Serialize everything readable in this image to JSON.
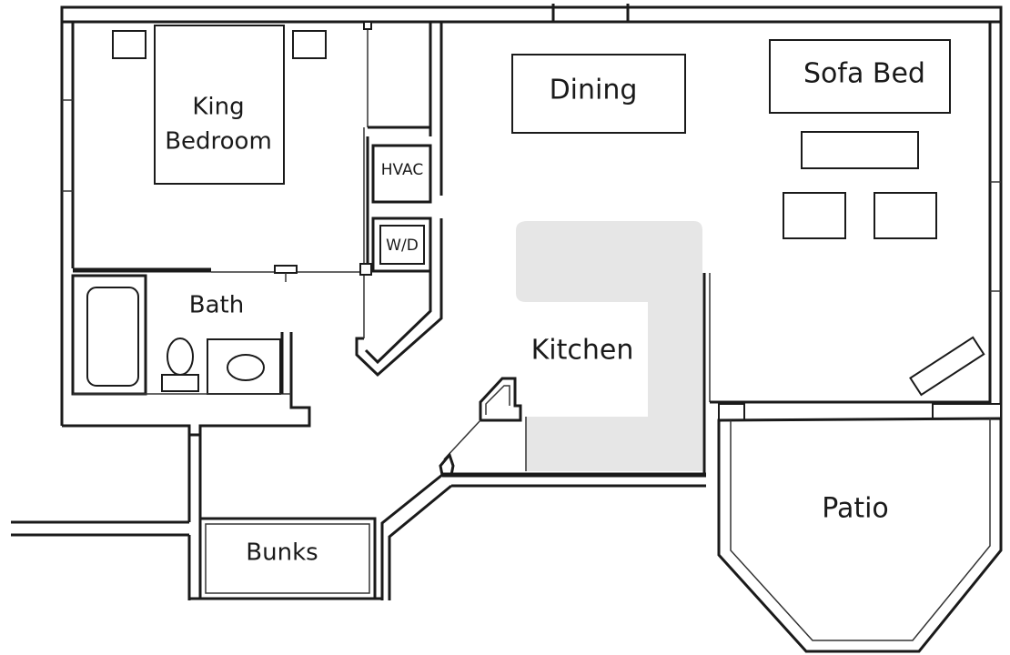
{
  "plan": {
    "rooms": {
      "king_bedroom_line1": "King",
      "king_bedroom_line2": "Bedroom",
      "dining": "Dining",
      "sofa_bed": "Sofa Bed",
      "hvac": "HVAC",
      "wd": "W/D",
      "bath": "Bath",
      "kitchen": "Kitchen",
      "patio": "Patio",
      "bunks": "Bunks"
    },
    "colors": {
      "wall": "#1a1a1a",
      "counter": "#e6e6e6",
      "background": "#ffffff"
    }
  }
}
